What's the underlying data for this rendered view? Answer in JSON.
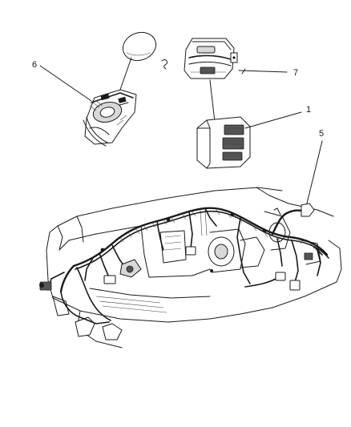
{
  "callouts": [
    {
      "id": "6",
      "label": "6"
    },
    {
      "id": "7",
      "label": "7"
    },
    {
      "id": "1",
      "label": "1"
    },
    {
      "id": "5",
      "label": "5"
    }
  ]
}
